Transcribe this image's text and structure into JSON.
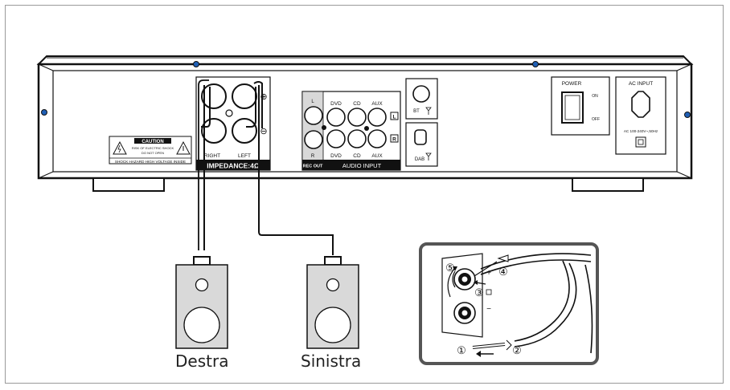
{
  "device": {
    "caution_title": "CAUTION",
    "caution_line1": "RISK OF ELECTRIC SHOCK",
    "caution_line2": "DO NOT OPEN",
    "caution_footer": "SHOCK HAZARD HIGH VOLTAGE INSIDE",
    "spk_right": "RIGHT",
    "spk_left": "LEFT",
    "impedance": "IMPEDANCE:4Ω",
    "plus_symbol": "⊕",
    "minus_symbol": "⊖",
    "rec_l": "L",
    "rec_r": "R",
    "rec_out": "REC OUT",
    "dvd_top": "DVD",
    "cd_top": "CD",
    "aux_top": "AUX",
    "dvd_bottom": "DVD",
    "cd_bottom": "CD",
    "aux_bottom": "AUX",
    "audio_input": "AUDIO INPUT",
    "ch_l": "L",
    "ch_r": "R",
    "bt": "BT",
    "dab": "DAB",
    "power": "POWER",
    "on": "ON",
    "off": "OFF",
    "ac_input": "AC INPUT",
    "ac_rating": "AC 100-240V~,50Hz"
  },
  "speakers": {
    "right_label": "Destra",
    "left_label": "Sinistra"
  },
  "inset": {
    "plus": "+",
    "minus": "−",
    "steps": [
      "①",
      "②",
      "③",
      "④",
      "⑤"
    ]
  }
}
